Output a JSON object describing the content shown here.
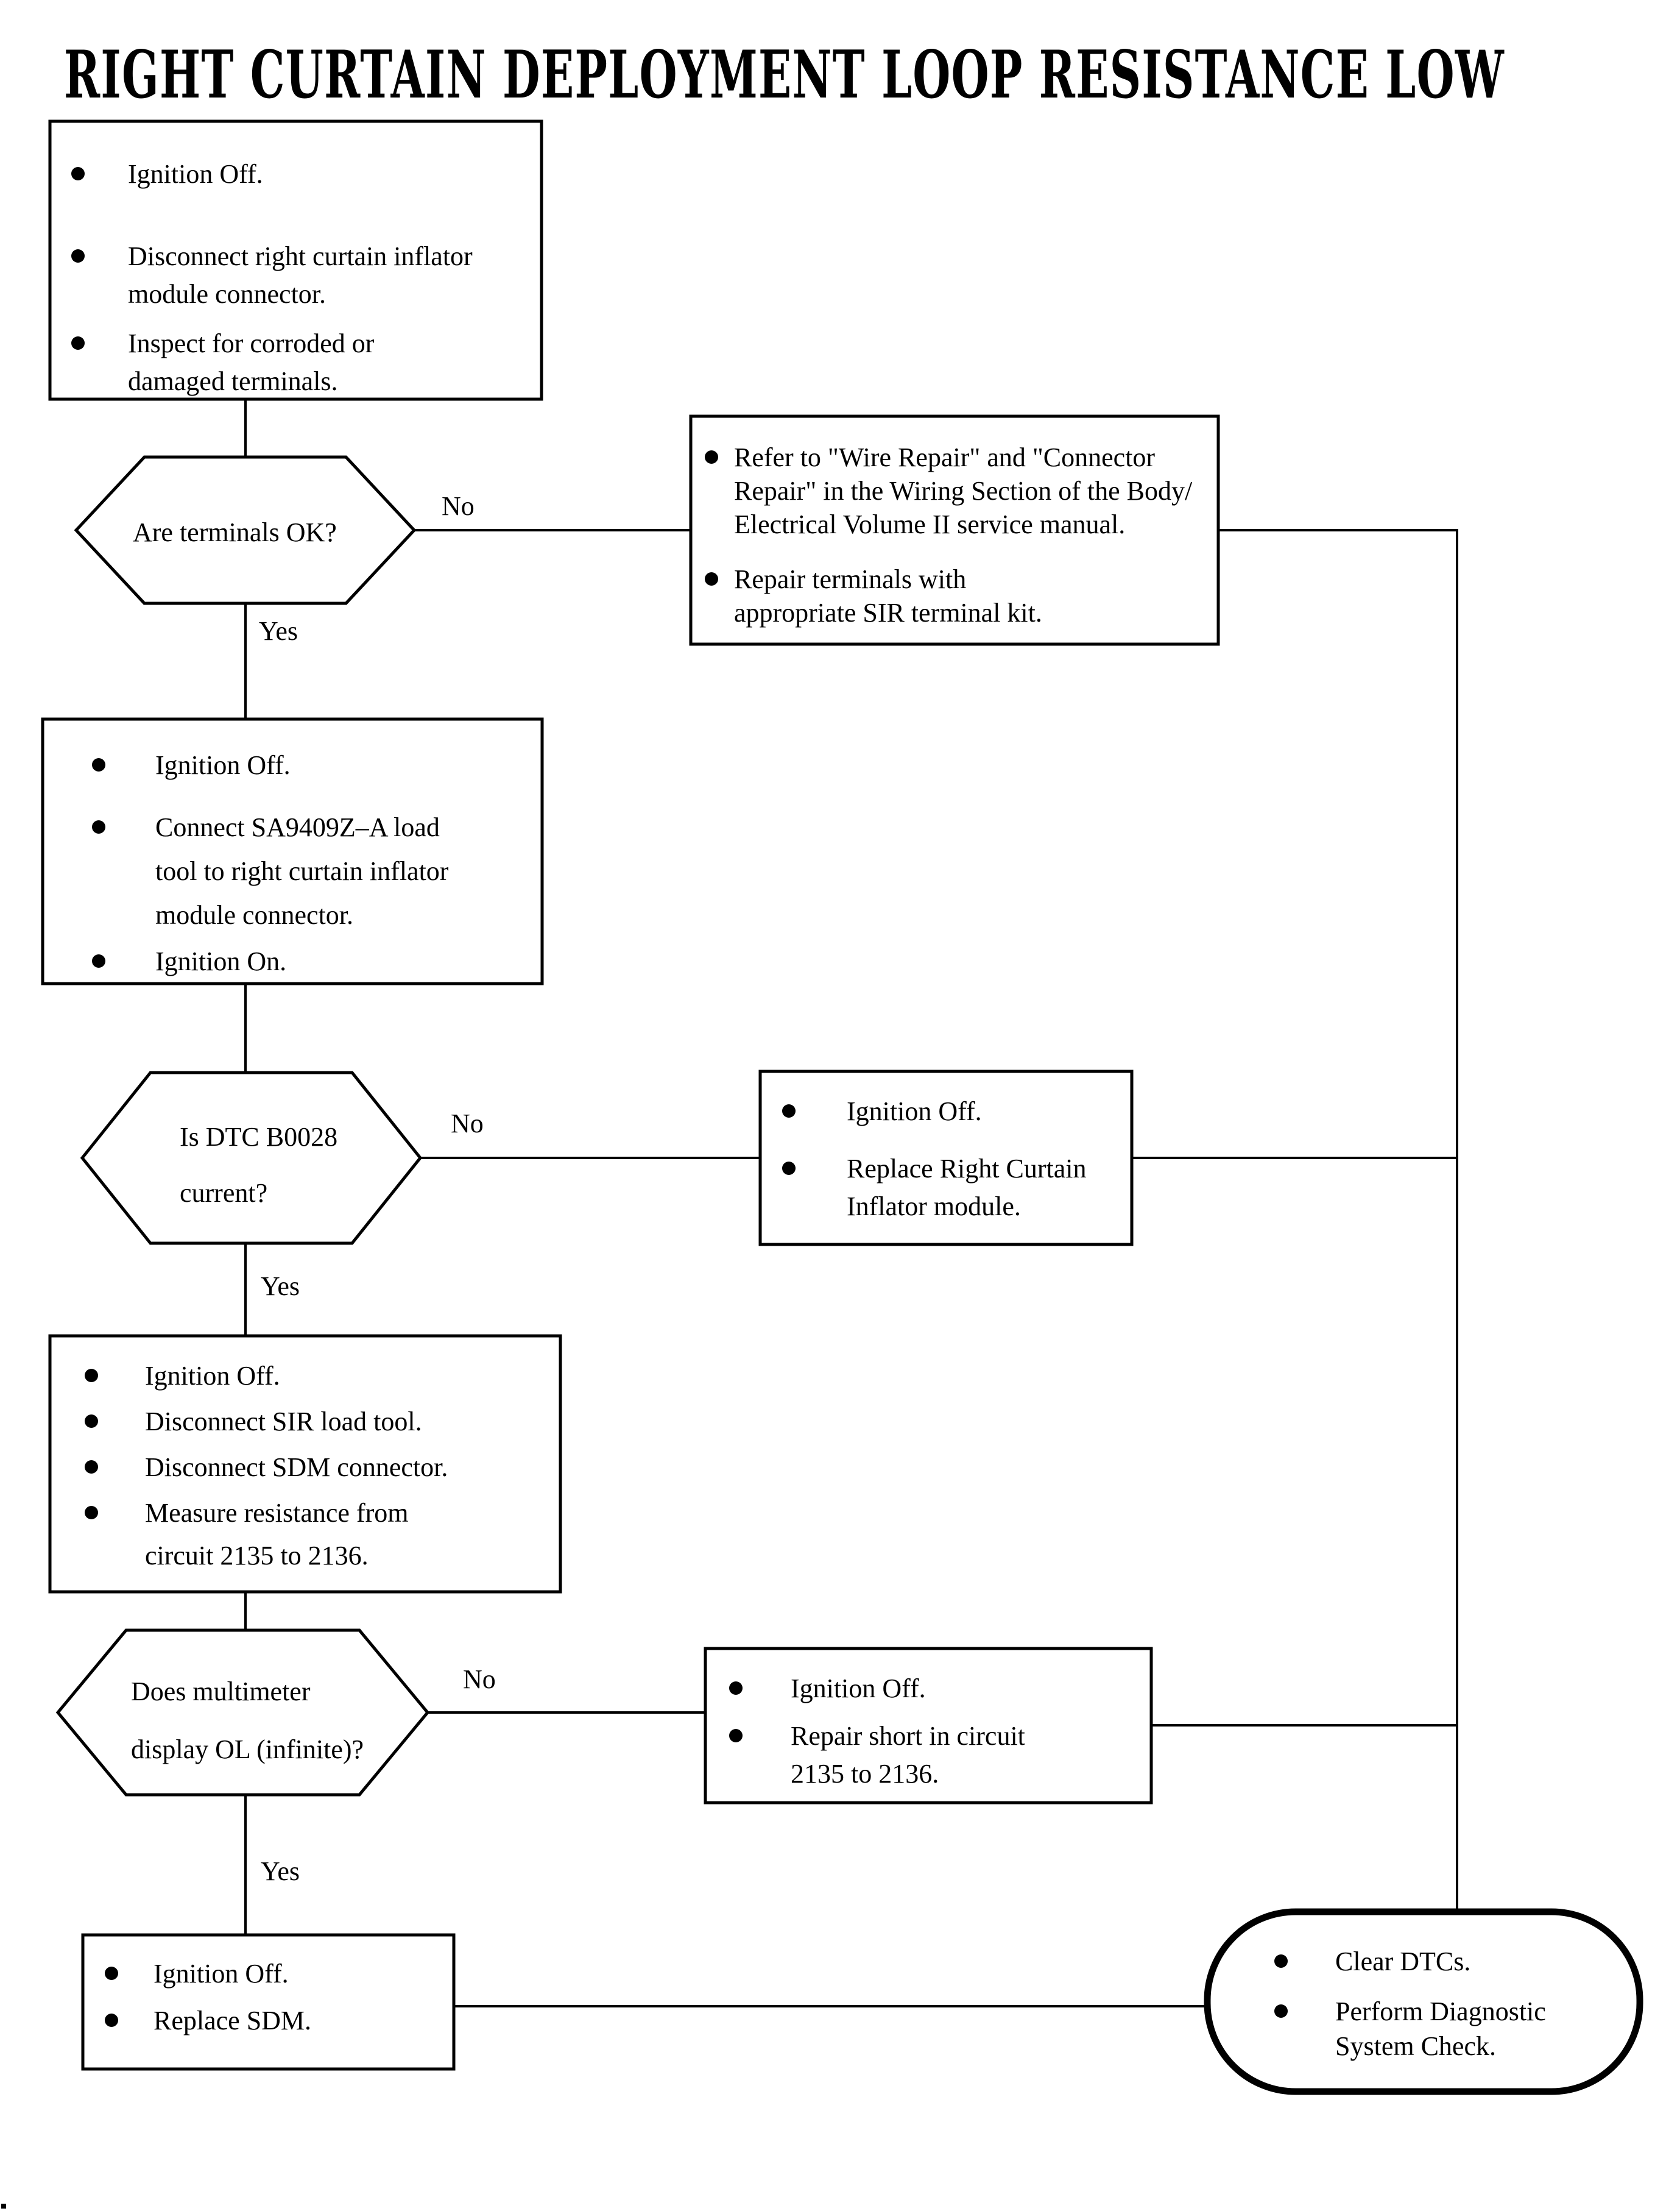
{
  "page": {
    "title": "RIGHT CURTAIN DEPLOYMENT LOOP RESISTANCE LOW"
  },
  "colors": {
    "ink": "#000000",
    "background": "#ffffff"
  },
  "flow": {
    "step1": {
      "lines": [
        "Ignition Off.",
        "Disconnect right curtain inflator",
        "module connector.",
        "Inspect for corroded or",
        "damaged terminals."
      ]
    },
    "decision1": {
      "question": "Are terminals OK?",
      "no": "No",
      "yes": "Yes"
    },
    "repair_terminals": {
      "lines": [
        "Refer to \"Wire Repair\" and \"Connector",
        "Repair\" in the Wiring Section of the Body/",
        "Electrical Volume II service manual.",
        "Repair terminals with",
        "appropriate SIR terminal kit."
      ]
    },
    "step2": {
      "lines": [
        "Ignition Off.",
        "Connect SA9409Z–A load",
        "tool to right curtain inflator",
        "module connector.",
        "Ignition On."
      ]
    },
    "decision2": {
      "question_line1": "Is DTC B0028",
      "question_line2": "current?",
      "no": "No",
      "yes": "Yes"
    },
    "replace_inflator": {
      "lines": [
        "Ignition Off.",
        "Replace Right Curtain",
        "Inflator module."
      ]
    },
    "step3": {
      "lines": [
        "Ignition Off.",
        "Disconnect SIR load tool.",
        "Disconnect SDM connector.",
        "Measure resistance from",
        "circuit 2135 to 2136."
      ]
    },
    "decision3": {
      "question_line1": "Does multimeter",
      "question_line2": "display OL (infinite)?",
      "no": "No",
      "yes": "Yes"
    },
    "repair_short": {
      "lines": [
        "Ignition Off.",
        "Repair short in circuit",
        "2135 to 2136."
      ]
    },
    "replace_sdm": {
      "lines": [
        "Ignition Off.",
        "Replace SDM."
      ]
    },
    "end": {
      "lines": [
        "Clear DTCs.",
        "Perform Diagnostic",
        "System Check."
      ]
    }
  }
}
